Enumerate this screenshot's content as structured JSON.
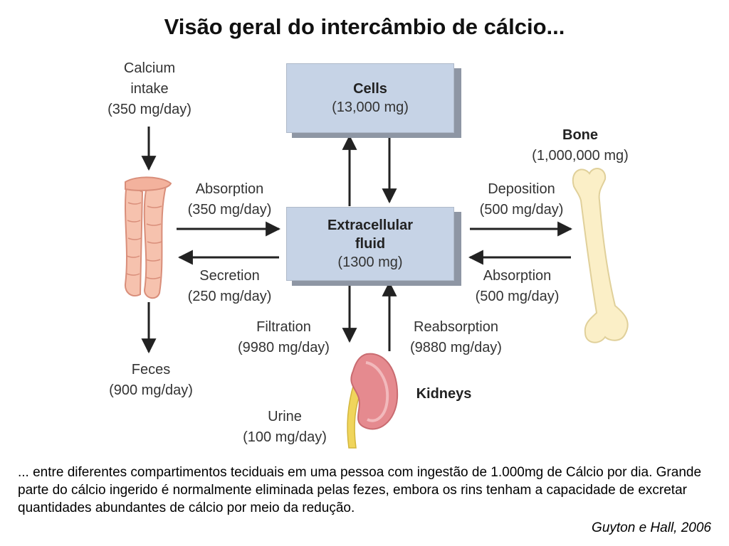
{
  "title": "Visão geral do intercâmbio de cálcio...",
  "intake": {
    "line1": "Calcium",
    "line2": "intake",
    "line3": "(350 mg/day)"
  },
  "cells": {
    "name": "Cells",
    "amount": "(13,000 mg)"
  },
  "ecf": {
    "line1": "Extracellular",
    "line2": "fluid",
    "amount": "(1300 mg)"
  },
  "bone": {
    "name": "Bone",
    "amount": "(1,000,000 mg)"
  },
  "gut_absorption": {
    "name": "Absorption",
    "amount": "(350 mg/day)"
  },
  "secretion": {
    "name": "Secretion",
    "amount": "(250 mg/day)"
  },
  "deposition": {
    "name": "Deposition",
    "amount": "(500 mg/day)"
  },
  "bone_absorption": {
    "name": "Absorption",
    "amount": "(500 mg/day)"
  },
  "filtration": {
    "name": "Filtration",
    "amount": "(9980 mg/day)"
  },
  "reabsorption": {
    "name": "Reabsorption",
    "amount": "(9880 mg/day)"
  },
  "feces": {
    "name": "Feces",
    "amount": "(900 mg/day)"
  },
  "kidneys": {
    "name": "Kidneys"
  },
  "urine": {
    "name": "Urine",
    "amount": "(100 mg/day)"
  },
  "caption": "... entre diferentes compartimentos teciduais em uma pessoa com ingestão de 1.000mg de Cálcio por dia. Grande parte do cálcio ingerido é normalmente eliminada pelas fezes, embora os rins tenham a capacidade de excretar quantidades abundantes de cálcio por meio da redução.",
  "citation": "Guyton e Hall, 2006",
  "colors": {
    "box_fill": "#c6d3e6",
    "box_shadow": "#8e96a4",
    "intestine": "#f6c2ae",
    "bone": "#fbefc7",
    "kidney": "#e58a8f",
    "ureter": "#f0d55c"
  }
}
